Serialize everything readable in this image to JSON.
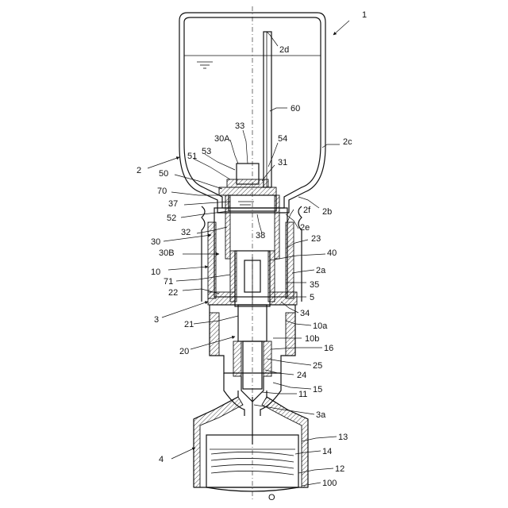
{
  "labels": {
    "n1": "1",
    "n2d": "2d",
    "n60": "60",
    "n2c": "2c",
    "n33": "33",
    "n30A": "30A",
    "n54": "54",
    "n2": "2",
    "n51": "51",
    "n53": "53",
    "n31": "31",
    "n50": "50",
    "n70": "70",
    "n2b": "2b",
    "n37": "37",
    "n2f": "2f",
    "n52": "52",
    "n2e": "2e",
    "n32": "32",
    "n38": "38",
    "n30": "30",
    "n23": "23",
    "n30B": "30B",
    "n40": "40",
    "n10": "10",
    "n2a": "2a",
    "n71": "71",
    "n35": "35",
    "n22": "22",
    "n5": "5",
    "n3": "3",
    "n34": "34",
    "n21": "21",
    "n10a": "10a",
    "n10b": "10b",
    "n20": "20",
    "n16": "16",
    "n25": "25",
    "n24": "24",
    "n15": "15",
    "n11": "11",
    "n3a": "3a",
    "n13": "13",
    "n4": "4",
    "n14": "14",
    "n12": "12",
    "n100": "100",
    "nO": "O"
  }
}
